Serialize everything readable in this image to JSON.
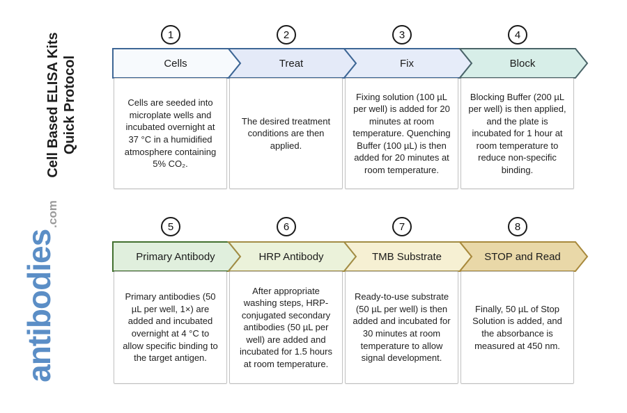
{
  "sidebar": {
    "title_line1": "Cell Based ELISA Kits",
    "title_line2": "Quick Protocol",
    "logo_main": "antibodies",
    "logo_suffix": ".com",
    "logo_color": "#5b8ec6",
    "title_color": "#1d1d1d"
  },
  "steps": [
    {
      "number": "1",
      "label": "Cells",
      "description": "Cells are seeded into microplate wells and incubated overnight at 37 °C in a humidified atmosphere containing 5% CO₂.",
      "fill": "#f7fafd",
      "stroke": "#3d6695"
    },
    {
      "number": "2",
      "label": "Treat",
      "description": "The desired treatment conditions are then applied.",
      "fill": "#e4eaf8",
      "stroke": "#3d6695"
    },
    {
      "number": "3",
      "label": "Fix",
      "description": "Fixing solution (100 µL per well) is added for 20 minutes at room temperature. Quenching Buffer (100 µL) is then added for 20 minutes at room temperature.",
      "fill": "#e6ecf9",
      "stroke": "#3d6695"
    },
    {
      "number": "4",
      "label": "Block",
      "description": "Blocking Buffer (200 µL per well) is then applied, and the plate is incubated for 1 hour at room temperature to reduce non-specific binding.",
      "fill": "#d7eee8",
      "stroke": "#4a6468"
    },
    {
      "number": "5",
      "label": "Primary Antibody",
      "description": "Primary antibodies (50 µL per well, 1×) are added and incubated overnight at 4 °C to allow specific binding to the target antigen.",
      "fill": "#e0efdd",
      "stroke": "#42702f"
    },
    {
      "number": "6",
      "label": "HRP Antibody",
      "description": "After appropriate washing steps, HRP-conjugated secondary antibodies (50 µL per well) are added and incubated for 1.5 hours at room temperature.",
      "fill": "#ebf2da",
      "stroke": "#a28c44"
    },
    {
      "number": "7",
      "label": "TMB Substrate",
      "description": "Ready-to-use substrate (50 µL per well) is then added and incubated for 30 minutes at room temperature to allow signal development.",
      "fill": "#f6f0d3",
      "stroke": "#a28c44"
    },
    {
      "number": "8",
      "label": "STOP and Read",
      "description": "Finally, 50 µL of Stop Solution is added, and the absorbance is measured at 450 nm.",
      "fill": "#e9d8a8",
      "stroke": "#a8893c"
    }
  ]
}
